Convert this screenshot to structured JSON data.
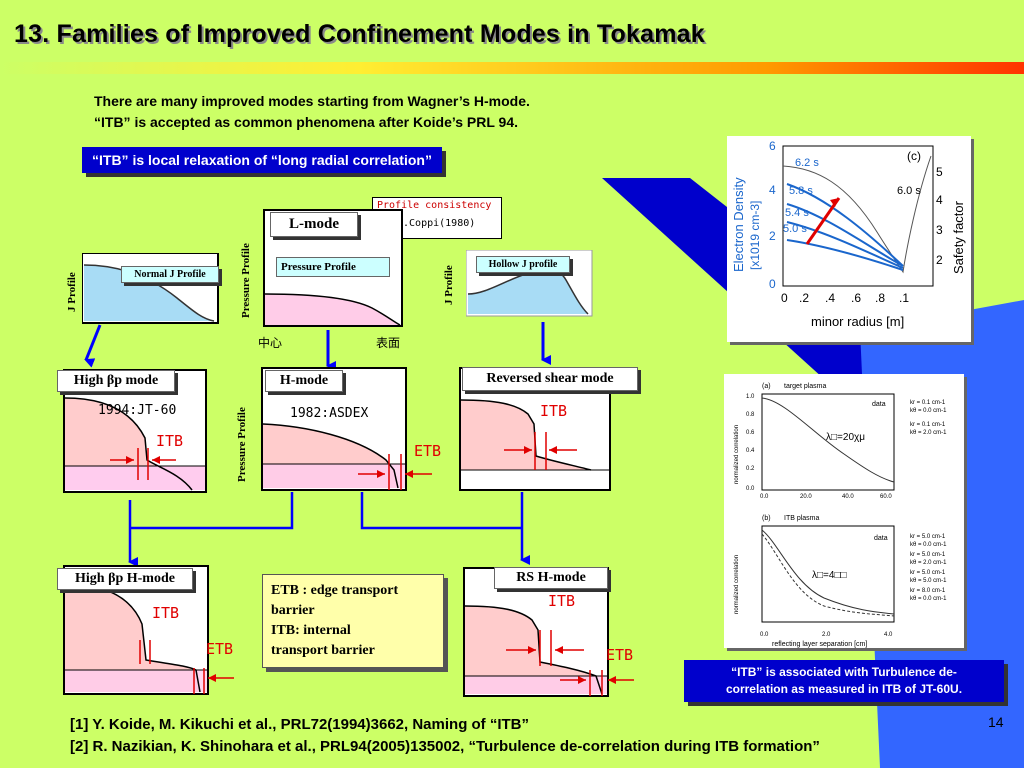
{
  "title": "13. Families of Improved Confinement Modes in Tokamak",
  "intro": [
    "There are many improved modes starting from Wagner’s H-mode.",
    "“ITB” is accepted as common phenomena after Koide’s PRL 94."
  ],
  "itb_box": "“ITB” is local relaxation of “long radial correlation”",
  "profile_consistency": {
    "line1": "Profile consistency",
    "line2": "B.Coppi(1980)"
  },
  "top_row": {
    "j_profile_label": "J Profile",
    "normal_j": "Normal J Profile",
    "pressure_profile_label": "Pressure Profile",
    "lmode": "L-mode",
    "pressure_profile_caption": "Pressure Profile",
    "center": "中心",
    "surface": "表面",
    "hollow_j": "Hollow J profile"
  },
  "middle_row": {
    "high_bp": "High βp mode",
    "jt60": "1994:JT-60",
    "itb": "ITB",
    "pressure_profile_label": "Pressure Profile",
    "hmode": "H-mode",
    "asdex": "1982:ASDEX",
    "etb": "ETB",
    "reversed_shear": "Reversed shear mode",
    "itb_rs": "ITB"
  },
  "bottom_row": {
    "high_bp_h": "High βp H-mode",
    "itb": "ITB",
    "etb": "ETB",
    "legend_lines": [
      "ETB : edge transport",
      "barrier",
      "ITB: internal",
      "transport barrier"
    ],
    "rs_hmode": "RS H-mode",
    "itb_rs": "ITB",
    "etb_rs": "ETB"
  },
  "density_plot": {
    "panel_label": "(c)",
    "times": [
      "6.2 s",
      "5.8 s",
      "5.4 s",
      "5.0 s"
    ],
    "time_right": "6.0 s",
    "ylabel_left": [
      "Electron Density",
      "[x1019 cm-3]"
    ],
    "ylabel_right": "Safety factor",
    "xlabel": "minor radius [m]",
    "yticks_left": [
      "6",
      "4",
      "2",
      "0"
    ],
    "yticks_right": [
      "5",
      "4",
      "3",
      "2"
    ],
    "xticks": [
      "0",
      ".2",
      ".4",
      ".6",
      ".8",
      ".1"
    ]
  },
  "correlation_plot": {
    "panel_a": "(a)",
    "panel_a_title": "target plasma",
    "panel_b": "(b)",
    "panel_b_title": "ITB plasma",
    "data_label": "data",
    "ylabel": "normalized correlation",
    "xlabel": "reflecting layer separation [cm]",
    "lambda_a": "λ□=20χμ",
    "lambda_b": "λ□=4□□",
    "yticks": [
      "1.0",
      "0.8",
      "0.6",
      "0.4",
      "0.2",
      "0.0"
    ],
    "xticks_a": [
      "0.0",
      "20.0",
      "40.0",
      "60.0"
    ],
    "xticks_b": [
      "0.0",
      "2.0",
      "4.0"
    ],
    "legend_a": [
      "kr = 0.1 cm-1",
      "kθ = 0.0 cm-1",
      "kr = 0.1 cm-1",
      "kθ = 2.0 cm-1"
    ],
    "legend_b": [
      "kr = 5.0 cm-1",
      "kθ = 0.0 cm-1",
      "kr = 5.0 cm-1",
      "kθ = 2.0 cm-1",
      "kr = 5.0 cm-1",
      "kθ = 5.0 cm-1",
      "kr = 8.0 cm-1",
      "kθ = 0.0 cm-1"
    ]
  },
  "turbulence_box": [
    "“ITB” is associated with Turbulence de-",
    "correlation as measured in ITB of JT-60U."
  ],
  "page_number": "14",
  "references": [
    "[1] Y. Koide, M. Kikuchi et al., PRL72(1994)3662, Naming of “ITB”",
    "[2] R. Nazikian, K. Shinohara et al., PRL94(2005)135002, “Turbulence de-correlation during ITB formation”"
  ],
  "colors": {
    "background": "#ccff66",
    "accent_blue": "#0000cc",
    "light_blue": "#ccffff",
    "pink": "#ffcce0",
    "red": "#e00000"
  }
}
